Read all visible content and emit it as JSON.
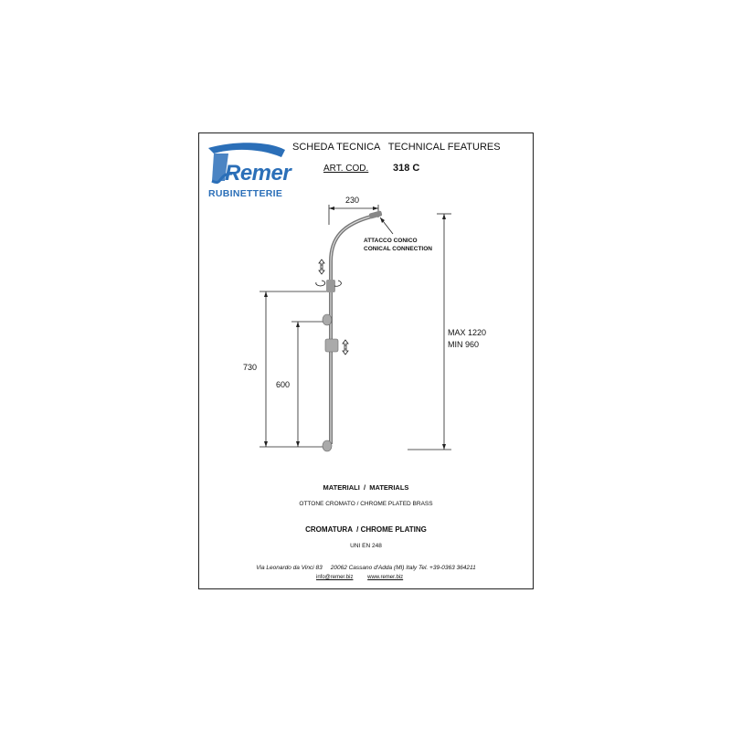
{
  "header": {
    "brand": "Remer",
    "brand_sub": "RUBINETTERIE",
    "title": "SCHEDA TECNICA   TECHNICAL FEATURES",
    "art_label": "ART. COD.",
    "art_code": "318 C"
  },
  "drawing": {
    "dim_top": "230",
    "connection_it": "ATTACCO CONICO",
    "connection_en": "CONICAL CONNECTION",
    "dim_max": "MAX 1220",
    "dim_min": "MIN 960",
    "dim_730": "730",
    "dim_600": "600"
  },
  "materials": {
    "heading": "MATERIALI  /  MATERIALS",
    "value": "OTTONE CROMATO / CHROME PLATED BRASS"
  },
  "plating": {
    "heading": "CROMATURA  / CHROME PLATING",
    "value": "UNI EN 248"
  },
  "footer": {
    "address": "Via Leonardo da Vinci 83     20062 Cassano d'Adda (MI) Italy Tel. +39-0363 364211",
    "email": "info@remer.biz",
    "web": "www.remer.biz"
  },
  "colors": {
    "brand": "#2b6fb8",
    "border": "#222222"
  }
}
